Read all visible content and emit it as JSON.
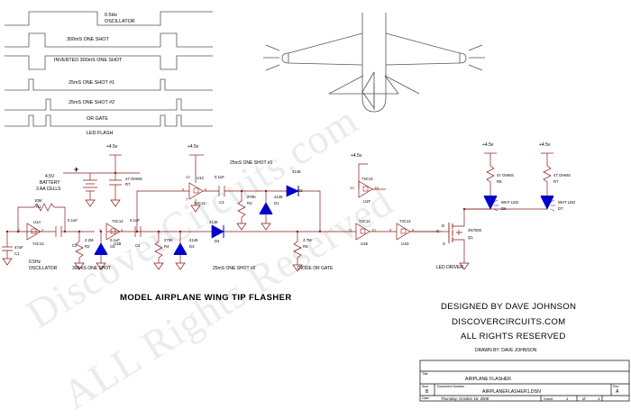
{
  "document": {
    "main_title": "MODEL AIRPLANE WING TIP FLASHER",
    "credits": [
      "DESIGNED BY DAVE JOHNSON",
      "DISCOVERCIRCUITS.COM",
      "ALL RIGHTS RESERVED"
    ],
    "drawn_by": "DRAWN BY: DAVE JOHNSON",
    "watermark_line1": "DiscoverCircuits.com",
    "watermark_line2": "ALL Rights Reserved"
  },
  "title_block": {
    "title_caption": "Title",
    "title_value": "AIRPLANE FLASHER",
    "size_caption": "Size",
    "size_value": "B",
    "docnum_caption": "Document Number",
    "docnum_value": "AIRPLANEFLASHER1.DSN",
    "rev_caption": "Rev",
    "rev_value": "A",
    "date_caption": "Date:",
    "date_value": "Thursday, October 15, 2009",
    "sheet_caption": "Sheet",
    "sheet_num": "1",
    "sheet_of": "of",
    "sheet_total": "1"
  },
  "timing_diagram": {
    "waveforms": [
      {
        "name": "osc",
        "label": "0.5Hz",
        "label2": "OSCILLATOR"
      },
      {
        "name": "oneshot300",
        "label": "300mS ONE SHOT"
      },
      {
        "name": "inv300",
        "label": "INVERTED 300mS ONE SHOT"
      },
      {
        "name": "oneshot25a",
        "label": "25mS ONE SHOT #1"
      },
      {
        "name": "oneshot25b",
        "label": "25mS ONE SHOT #2"
      },
      {
        "name": "orgate",
        "label": "OR GATE"
      }
    ],
    "footer": "LED FLASH"
  },
  "schematic": {
    "section_labels": {
      "oscillator1": "0.5Hz",
      "oscillator2": "OSCILLATOR",
      "oneshot_300": "300mS ONE SHOT",
      "oneshot_25_1": "25mS ONE SHOT #1",
      "oneshot_25_2": "25mS ONE SHOT #2",
      "diode_or_gate": "DIODE OR GATE",
      "led_driver": "LED DRIVER"
    },
    "power_rails": [
      {
        "id": "rail1",
        "label": "+4.5v"
      },
      {
        "id": "rail2",
        "label": "+4.5v"
      },
      {
        "id": "rail3",
        "label": "+4.5v"
      },
      {
        "id": "rail4",
        "label": "+4.5v"
      },
      {
        "id": "rail5",
        "label": "+4.5v"
      }
    ],
    "battery": {
      "line1": "4.5V",
      "line2": "BATTERY",
      "line3": "3 AA CELLS",
      "polarity": "+"
    },
    "components": [
      {
        "ref": "R1",
        "value": "10M"
      },
      {
        "ref": "R2",
        "value": "2.2M"
      },
      {
        "ref": "R3",
        "value": "270K"
      },
      {
        "ref": "R4",
        "value": "270K"
      },
      {
        "ref": "R5",
        "value": "4.7M"
      },
      {
        "ref": "R6",
        "value": "47 OHMS"
      },
      {
        "ref": "R7",
        "value": "47 OHMS"
      },
      {
        "ref": "C1",
        "value": "47uF"
      },
      {
        "ref": "C2",
        "value": "0.1uF"
      },
      {
        "ref": "C3",
        "value": "0.1uF"
      },
      {
        "ref": "C4",
        "value": "0.1uF"
      },
      {
        "ref": "C5",
        "value": "0.1uF"
      },
      {
        "ref": "D1",
        "value": "4148"
      },
      {
        "ref": "D2",
        "value": "4148"
      },
      {
        "ref": "D3",
        "value": "4148"
      },
      {
        "ref": "D4",
        "value": "4148"
      },
      {
        "ref": "D5",
        "value": "4148"
      },
      {
        "ref": "D6",
        "value": "WHT LED"
      },
      {
        "ref": "D7",
        "value": "WHT LED"
      },
      {
        "ref": "Q1",
        "value": "2N7000"
      },
      {
        "ref": "U1A",
        "value": "74C14"
      },
      {
        "ref": "U1B",
        "value": "74C14"
      },
      {
        "ref": "U1C",
        "value": "74C14"
      },
      {
        "ref": "U1D",
        "value": "74C14"
      },
      {
        "ref": "U1E",
        "value": "74C14"
      },
      {
        "ref": "U1F",
        "value": "74C14"
      }
    ],
    "pins": {
      "u1a_in": "1",
      "u1a_out": "2",
      "u1b_in": "3",
      "u1b_out": "4",
      "u1c_in": "5",
      "u1c_out": "6",
      "u1c_vcc": "14",
      "u1c_gnd": "7",
      "u1e_in": "11",
      "u1e_out": "10",
      "u1d_in": "9",
      "u1d_out": "8",
      "u1f_in": "13",
      "u1f_out": "12"
    },
    "mosfet_pins": {
      "drain": "D",
      "gate": "G",
      "source": "S"
    },
    "colors": {
      "wire": "#8b1a1a",
      "device": "#0000cd",
      "outline": "#555555",
      "text": "#000000"
    }
  }
}
